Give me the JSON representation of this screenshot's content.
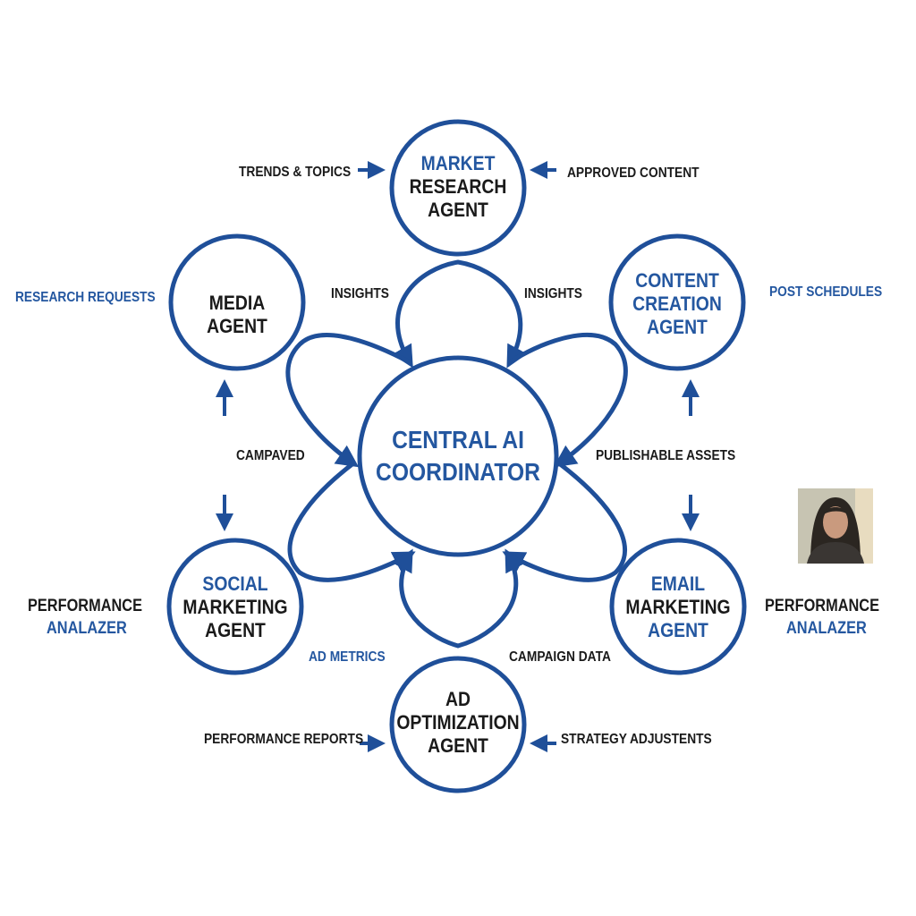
{
  "colors": {
    "primary": "#1f4f99",
    "text_dark": "#1a1a1a",
    "text_blue": "#2457a0"
  },
  "nodes": {
    "center": {
      "line1": "CENTRAL AI",
      "line2": "COORDINATOR"
    },
    "market_research": {
      "line1": "MARKET",
      "line2": "RESEARCH",
      "line3": "AGENT"
    },
    "media": {
      "line1": "MEDIA",
      "line2": "AGENT"
    },
    "content_creation": {
      "line1": "CONTENT",
      "line2": "CREATION",
      "line3": "AGENT"
    },
    "social_marketing": {
      "line1": "SOCIAL",
      "line2": "MARKETING",
      "line3": "AGENT"
    },
    "email_marketing": {
      "line1": "EMAIL",
      "line2": "MARKETING",
      "line3": "AGENT"
    },
    "ad_optimization": {
      "line1": "AD",
      "line2": "OPTIMIZATION",
      "line3": "AGENT"
    }
  },
  "labels": {
    "trends_topics": "TRENDS & TOPICS",
    "approved_content": "APPROVED CONTENT",
    "research_requests": "RESEARCH REQUESTS",
    "post_schedules": "POST SCHEDULES",
    "insights_left": "INSIGHTS",
    "insights_right": "INSIGHTS",
    "campaved": "CAMPAVED",
    "publishable_assets": "PUBLISHABLE ASSETS",
    "performance_left_line1": "PERFORMANCE",
    "performance_left_line2": "ANALAZER",
    "performance_right_line1": "PERFORMANCE",
    "performance_right_line2": "ANALAZER",
    "ad_metrics": "AD METRICS",
    "campaign_data": "CAMPAIGN DATA",
    "performance_reports": "PERFORMANCE REPORTS",
    "strategy_adjustments": "STRATEGY ADJUSTENTS"
  },
  "avatar": {
    "icon": "person-portrait"
  }
}
